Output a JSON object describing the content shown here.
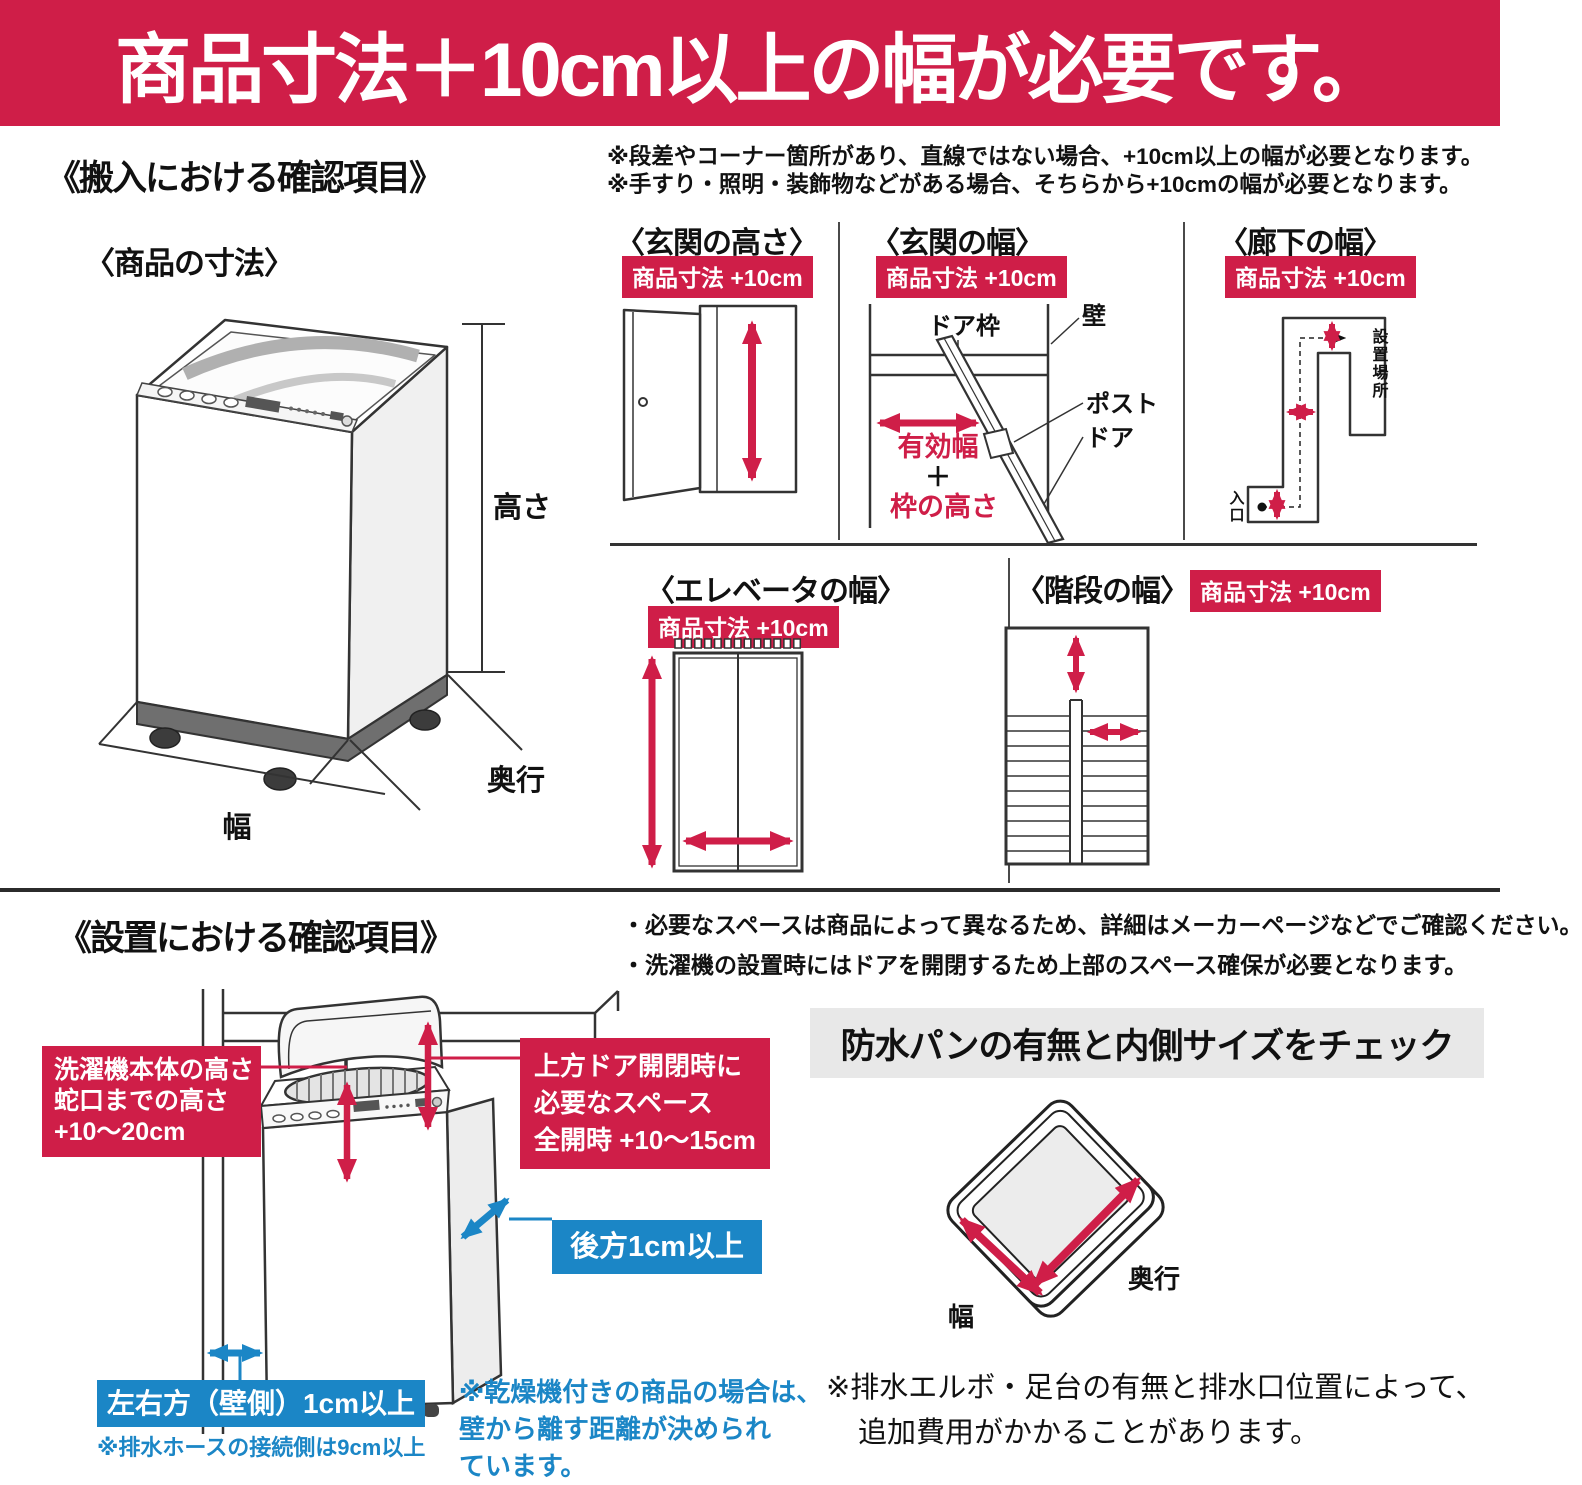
{
  "colors": {
    "red": "#cf1e48",
    "blue": "#1b86c6",
    "banner_gray": "#e8e8e8"
  },
  "header": {
    "title": "商品寸法＋10cm以上の幅が必要です。"
  },
  "badge": "商品寸法 +10cm",
  "carry": {
    "title": "《搬入における確認項目》",
    "note1": "※段差やコーナー箇所があり、直線ではない場合、+10cm以上の幅が必要となります。",
    "note2": "※手すり・照明・装飾物などがある場合、そちらから+10cmの幅が必要となります。",
    "product": {
      "title": "〈商品の寸法〉",
      "height": "高さ",
      "depth": "奥行",
      "width": "幅"
    },
    "entrance_height": {
      "title": "〈玄関の高さ〉"
    },
    "entrance_width": {
      "title": "〈玄関の幅〉",
      "door_frame": "ドア枠",
      "wall": "壁",
      "post": "ポスト",
      "door": "ドア",
      "effective_width": "有効幅",
      "plus": "＋",
      "frame_height": "枠の高さ"
    },
    "hallway": {
      "title": "〈廊下の幅〉",
      "place": "設置場所",
      "entrance": "入口"
    },
    "elevator": {
      "title": "〈エレベータの幅〉"
    },
    "stairs": {
      "title": "〈階段の幅〉"
    }
  },
  "install": {
    "title": "《設置における確認項目》",
    "note1": "・必要なスペースは商品によって異なるため、詳細はメーカーページなどでご確認ください。",
    "note2": "・洗濯機の設置時にはドアを開閉するため上部のスペース確保が必要となります。",
    "height_label": {
      "line1": "洗濯機本体の高さ",
      "line2": "蛇口までの高さ",
      "line3": "+10〜20cm"
    },
    "top_space": {
      "line1": "上方ドア開閉時に",
      "line2": "必要なスペース",
      "line3": "全開時 +10〜15cm"
    },
    "rear": "後方1cm以上",
    "side": "左右方（壁側）1cm以上",
    "hose_note": "※排水ホースの接続側は9cm以上",
    "dryer_note": {
      "line1": "※乾燥機付きの商品の場合は、",
      "line2": "壁から離す距離が決められ",
      "line3": "ています。"
    },
    "pan": {
      "title": "防水パンの有無と内側サイズをチェック",
      "width": "幅",
      "depth": "奥行"
    },
    "drain_note": {
      "line1": "※排水エルボ・足台の有無と排水口位置によって、",
      "line2": "追加費用がかかることがあります。"
    }
  }
}
